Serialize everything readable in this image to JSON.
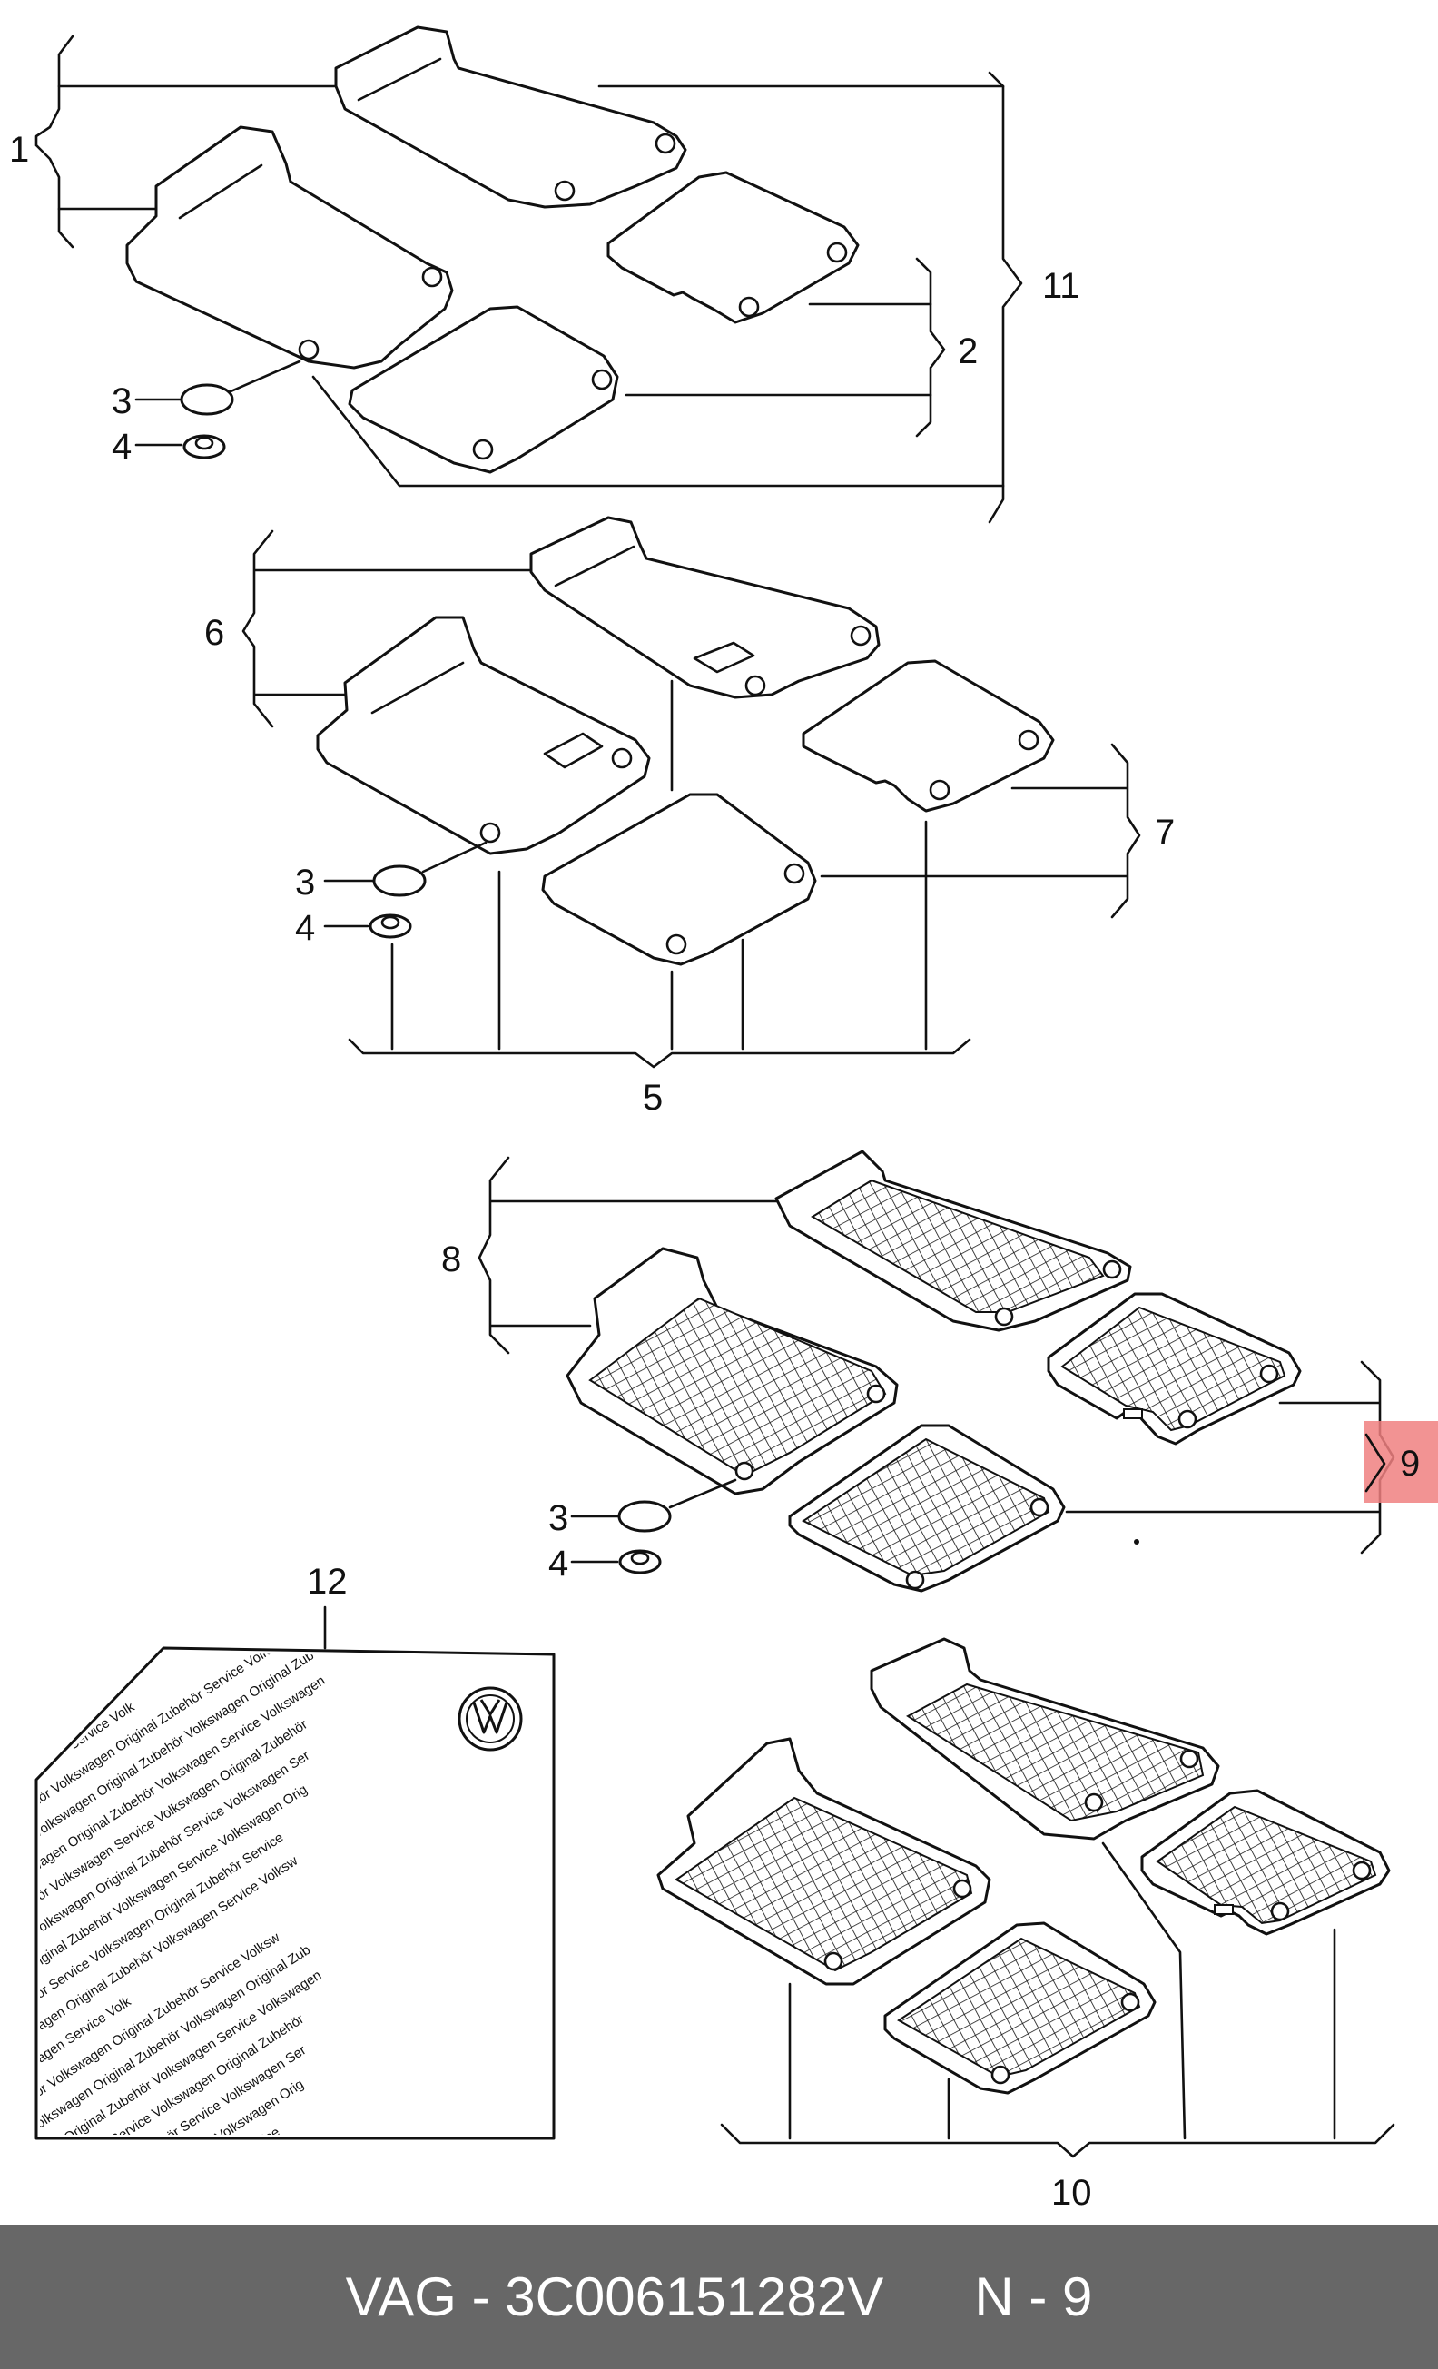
{
  "diagram": {
    "callouts": {
      "c1": "1",
      "c2": "2",
      "c3a": "3",
      "c4a": "4",
      "c11": "11",
      "c6": "6",
      "c3b": "3",
      "c4b": "4",
      "c7": "7",
      "c5": "5",
      "c8": "8",
      "c3c": "3",
      "c4c": "4",
      "c9": "9",
      "c12": "12",
      "c10": "10"
    },
    "highlight_color": "#f08080",
    "sticker": {
      "lines": [
        "Service Volkswagen Service Volk",
        "Original Zubehör Volkswagen Original Zubehör Service Volksw",
        "agen Service Volkswagen Original Zubehör Volkswagen Original Zub",
        "Service Volkswagen Original Zubehör Volkswagen Service Volkswagen",
        "Original Zubehör Volkswagen Service Volkswagen Original Zubehör",
        "agen Service Volkswagen Original Zubehör Service Volkswagen Ser",
        "Volkswagen Original Zubehör Volkswagen Service Volkswagen Orig",
        "Original Zubehör Service Volkswagen Original Zubehör Service",
        "Service Volkswagen Original Zubehör Volkswagen Service Volksw"
      ],
      "logo": "vw-logo-icon"
    }
  },
  "footer": {
    "brand": "VAG",
    "separator": " - ",
    "part_number": "3C006151282V",
    "page": "N - 9"
  }
}
